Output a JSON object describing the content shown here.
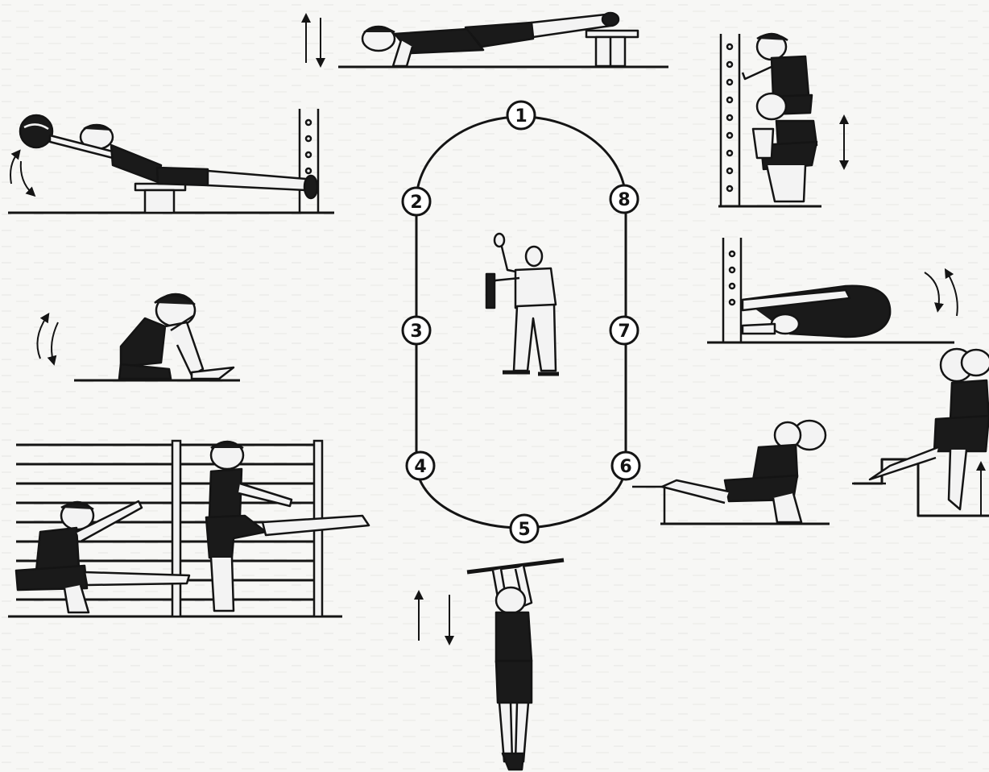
{
  "stations": [
    {
      "label": "1"
    },
    {
      "label": "2"
    },
    {
      "label": "3"
    },
    {
      "label": "4"
    },
    {
      "label": "5"
    },
    {
      "label": "6"
    },
    {
      "label": "7"
    },
    {
      "label": "8"
    }
  ],
  "colors": {
    "ink": "#141414",
    "paper": "#f7f7f5",
    "shirt": "#1a1a1a",
    "skin": "#f3f3f3"
  },
  "icons": {
    "station_marker": "numbered-circle-icon",
    "direction": "double-arrow-icon",
    "rotation": "curved-arrows-icon"
  }
}
